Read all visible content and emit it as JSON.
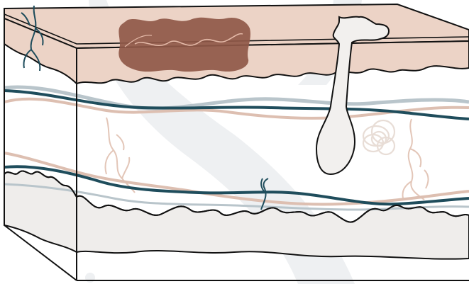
{
  "diagram": {
    "subject": "skin-cross-section",
    "layers": [
      "epidermis",
      "dermis",
      "subcutaneous-fat"
    ],
    "features": [
      "pigmented-lesion",
      "hair-follicle",
      "sweat-gland",
      "blood-vessel-blue",
      "blood-vessel-pink",
      "nerve-fibers"
    ],
    "watermark": "ribbon-mark"
  },
  "colors": {
    "outline": "#111111",
    "epidermis": "#ecd3c6",
    "dermis": "#ffffff",
    "fat": "#efedeb",
    "lesion": "#8f5848",
    "lesion_inner_line": "#e4b9a8",
    "vessel_blue": "#1f4d5c",
    "vessel_pink": "#ddbfb1",
    "vessel_grey": "#b9c5cb",
    "nerve": "#e3c6b8",
    "follicle": "#f2f0ee",
    "watermark": "#eef0f2"
  }
}
